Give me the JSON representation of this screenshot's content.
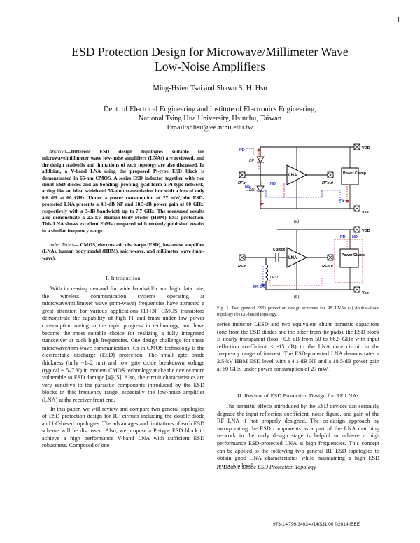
{
  "page_number": "1",
  "title_line1": "ESD Protection Design for Microwave/Millimeter Wave",
  "title_line2": "Low-Noise Amplifiers",
  "authors": "Ming-Hsien Tsai and Shawn S. H. Hsu",
  "affiliation_line1": "Dept. of Electrical Engineering and Institute of Electronics Engineering,",
  "affiliation_line2": "National Tsing Hua University, Hsinchu, Taiwan",
  "email": "Email:shhsu@ee.nthu.edu.tw",
  "abstract_lead": "Abstract",
  "abstract_text": "—Different ESD design topologies suitable for microwave/millimeter wave low-noise amplifiers (LNAs) are reviewed, and the design tradeoffs and limitations of each topology are also discussed. In addition, a V-band LNA using the proposed Pi-type ESD block is demonstrated in 65-nm CMOS. A series ESD inductor together with two shunt ESD diodes and an bonding (probing) pad form a Pi-type network, acting like an ideal wideband 50-ohm transmission line with a loss of only 0.6 dB at 60 GHz. Under a power consumption of 27 mW, the ESD-protected LNA presents a 4.1-dB NF and 18.5-dB power gain at 60 GHz, respectively with a 3-dB bandwidth up to 7.7 GHz. The measured results also demonstrate a 2.5-kV Human-Body-Model (HBM) ESD protection. This LNA shows excellent FoMs compared with recently published results in a similar frequency range.",
  "index_lead": "Index Terms",
  "index_text": "— CMOS, electrostatic discharge (ESD), low-noise amplifier (LNA), human body model (HBM), microwave, and millimeter wave (mm-wave).",
  "section1_heading": "I.  Introduction",
  "intro_p1": "With increasing demand for wide bandwidth and high data rate, the wireless communication systems operating at microwave/millimeter wave (mm-wave) frequencies have attracted a great attention for various applications [1]-[3]. CMOS transistors demonstrate the capability of high fT and fmax under low power consumption owing to the rapid progress in technology, and have become the most suitable choice for realizing a fully integrated transceiver at such high frequencies. One design challenge for these microwave/mm-wave communication ICs in CMOS technology is the electrostatic discharge (ESD) protection. The small gate oxide thickness (only ~1–2 nm) and low gate oxide breakdown voltage (typical ~ 5–7 V) in modern CMOS technology make the device more vulnerable to ESD damage [4]-[5]. Also, the circuit characteristics are very sensitive to the parasitic components introduced by the ESD blocks in this frequency range, especially the low-noise amplifier (LNA) at the receiver front end.",
  "intro_p2": "In this paper, we will review and compare two general topologies of ESD protection design for RF circuits including the double-diode and LC-based topologies. The advantages and limitations of each ESD scheme will be discussed. Also, we propose a Pi-type ESD block to achieve a high performance V-band LNA with sufficient ESD robustness. Composed of one",
  "figure_caption": "Fig. 1.  Two general ESD protection design schemes for RF LNAs (a) double-diode topology (b) LC-based topology.",
  "right_p1": "series inductor LESD and two equivalent shunt parasitic capacitors (one from the ESD diodes and the other from the pads), the ESD block is nearly transparent (loss ~0.6 dB from 50 to 66.5 GHz with input reflection coefficient < -15 dB) to the LNA core circuit in the frequency range of interest. The ESD-protected LNA demonstrates a 2.5-kV HBM ESD level with a 4.1-dB NF and a 18.5-dB power gain at 60 GHz, under power consumption of 27 mW.",
  "section2_heading": "II.  Review of ESD Protection Design for RF LNAs",
  "review_p1": "The parasitic effects introduced by the ESD devices can seriously degrade the input reflection coefficient, noise figure, and gain of the RF LNA if not properly designed. The co-design approach by incorporating the ESD components as a part of the LNA matching network in the early design stage is helpful to achieve a high performance ESD-protected LNA at high frequencies. This concept can be applied to the following two general RF ESD topologies to obtain good LNA characteristics while maintaining a high ESD protection level.",
  "subsection_a": "A.  Double-Diode ESD Protection Topology",
  "footer": "978-1-4799-3403-4/14/$31.00 ©2014 IEEE",
  "figure": {
    "a": {
      "PD": "PD",
      "Dp": "DP",
      "Dn": "DN",
      "LNA": "LNA",
      "RFin": "RFin",
      "RFout": "RFout",
      "NS": "NS",
      "ND": "ND",
      "PS": "PS",
      "Clamp": "Power Clamp",
      "VDD": "VDD",
      "Vss": "Vss",
      "sub": "(a)"
    },
    "b": {
      "VDD": "VDD",
      "PD": "PD",
      "ND": "ND",
      "Cblock": "CBlock",
      "LNA": "LNA",
      "RFin": "RFin",
      "RFout": "RFout",
      "Lesd": "LESD",
      "NS": "NS",
      "PS": "PS",
      "Clamp": "Power Clamp",
      "Vss": "Vss",
      "sub": "(b)"
    }
  },
  "colors": {
    "dashed_blue": "#1f2fd1",
    "arrow_red": "#cc1f1f",
    "diode_green": "#1a6a1a"
  }
}
